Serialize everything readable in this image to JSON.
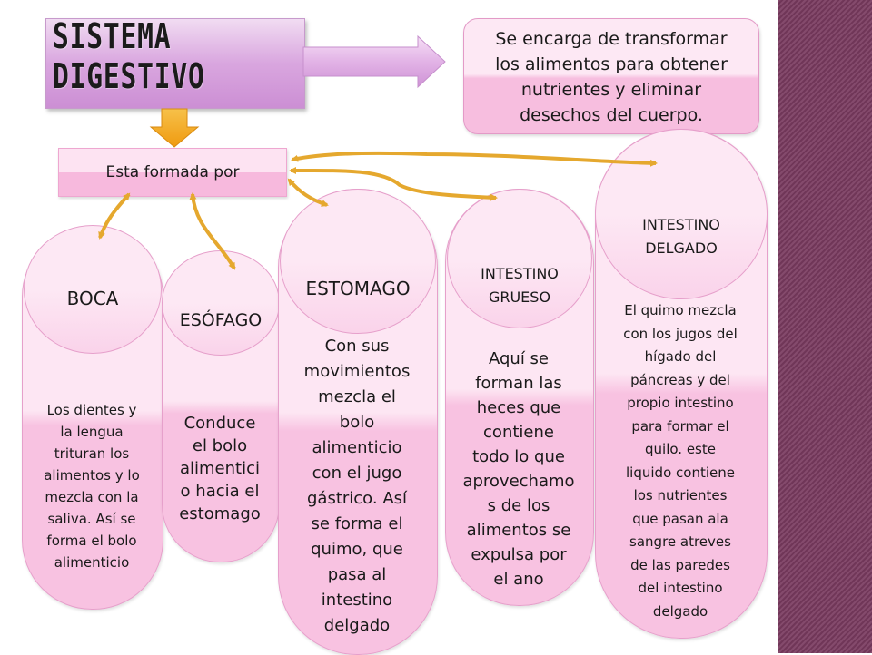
{
  "title": {
    "line1": "SISTEMA",
    "line2": "DIGESTIVO"
  },
  "description": {
    "lines": [
      "Se encarga de transformar",
      "los alimentos para obtener",
      "nutrientes y eliminar",
      "desechos del cuerpo."
    ]
  },
  "composed_label": "Esta formada por",
  "organs": {
    "boca": {
      "name": "BOCA",
      "text": [
        "Los dientes y",
        "la lengua",
        "trituran los",
        "alimentos y lo",
        "mezcla con la",
        "saliva. Así se",
        "forma el bolo",
        "alimenticio"
      ]
    },
    "esofago": {
      "name": "ESÓFAGO",
      "text": [
        "Conduce",
        "el bolo",
        "alimentici",
        "o hacia el",
        "estomago"
      ]
    },
    "estomago": {
      "name": "ESTOMAGO",
      "text": [
        "Con sus",
        "movimientos",
        "mezcla el",
        "bolo",
        "alimenticio",
        "con el jugo",
        "gástrico. Así",
        "se forma el",
        "quimo, que",
        "pasa al",
        "intestino",
        "delgado"
      ]
    },
    "grueso": {
      "name_lines": [
        "INTESTINO",
        "GRUESO"
      ],
      "text": [
        "Aquí se",
        "forman las",
        "heces que",
        "contiene",
        "todo lo que",
        "aprovechamo",
        "s de los",
        "alimentos se",
        "expulsa por",
        "el ano"
      ]
    },
    "delgado": {
      "name_lines": [
        "INTESTINO",
        "DELGADO"
      ],
      "text": [
        "El quimo mezcla",
        "con los jugos del",
        "hígado del",
        "páncreas y del",
        "propio intestino",
        "para formar el",
        "quilo. este",
        "liquido  contiene",
        "los nutrientes",
        "que pasan ala",
        "sangre  atreves",
        "de las paredes",
        "del intestino",
        "delgado"
      ]
    }
  },
  "colors": {
    "title_fill": "#d9a6df",
    "box_pink": "#f7bedf",
    "arrow_orange": "#f2a41c",
    "connector_gold": "#e0a838",
    "side_strip": "#7a3b5f"
  }
}
